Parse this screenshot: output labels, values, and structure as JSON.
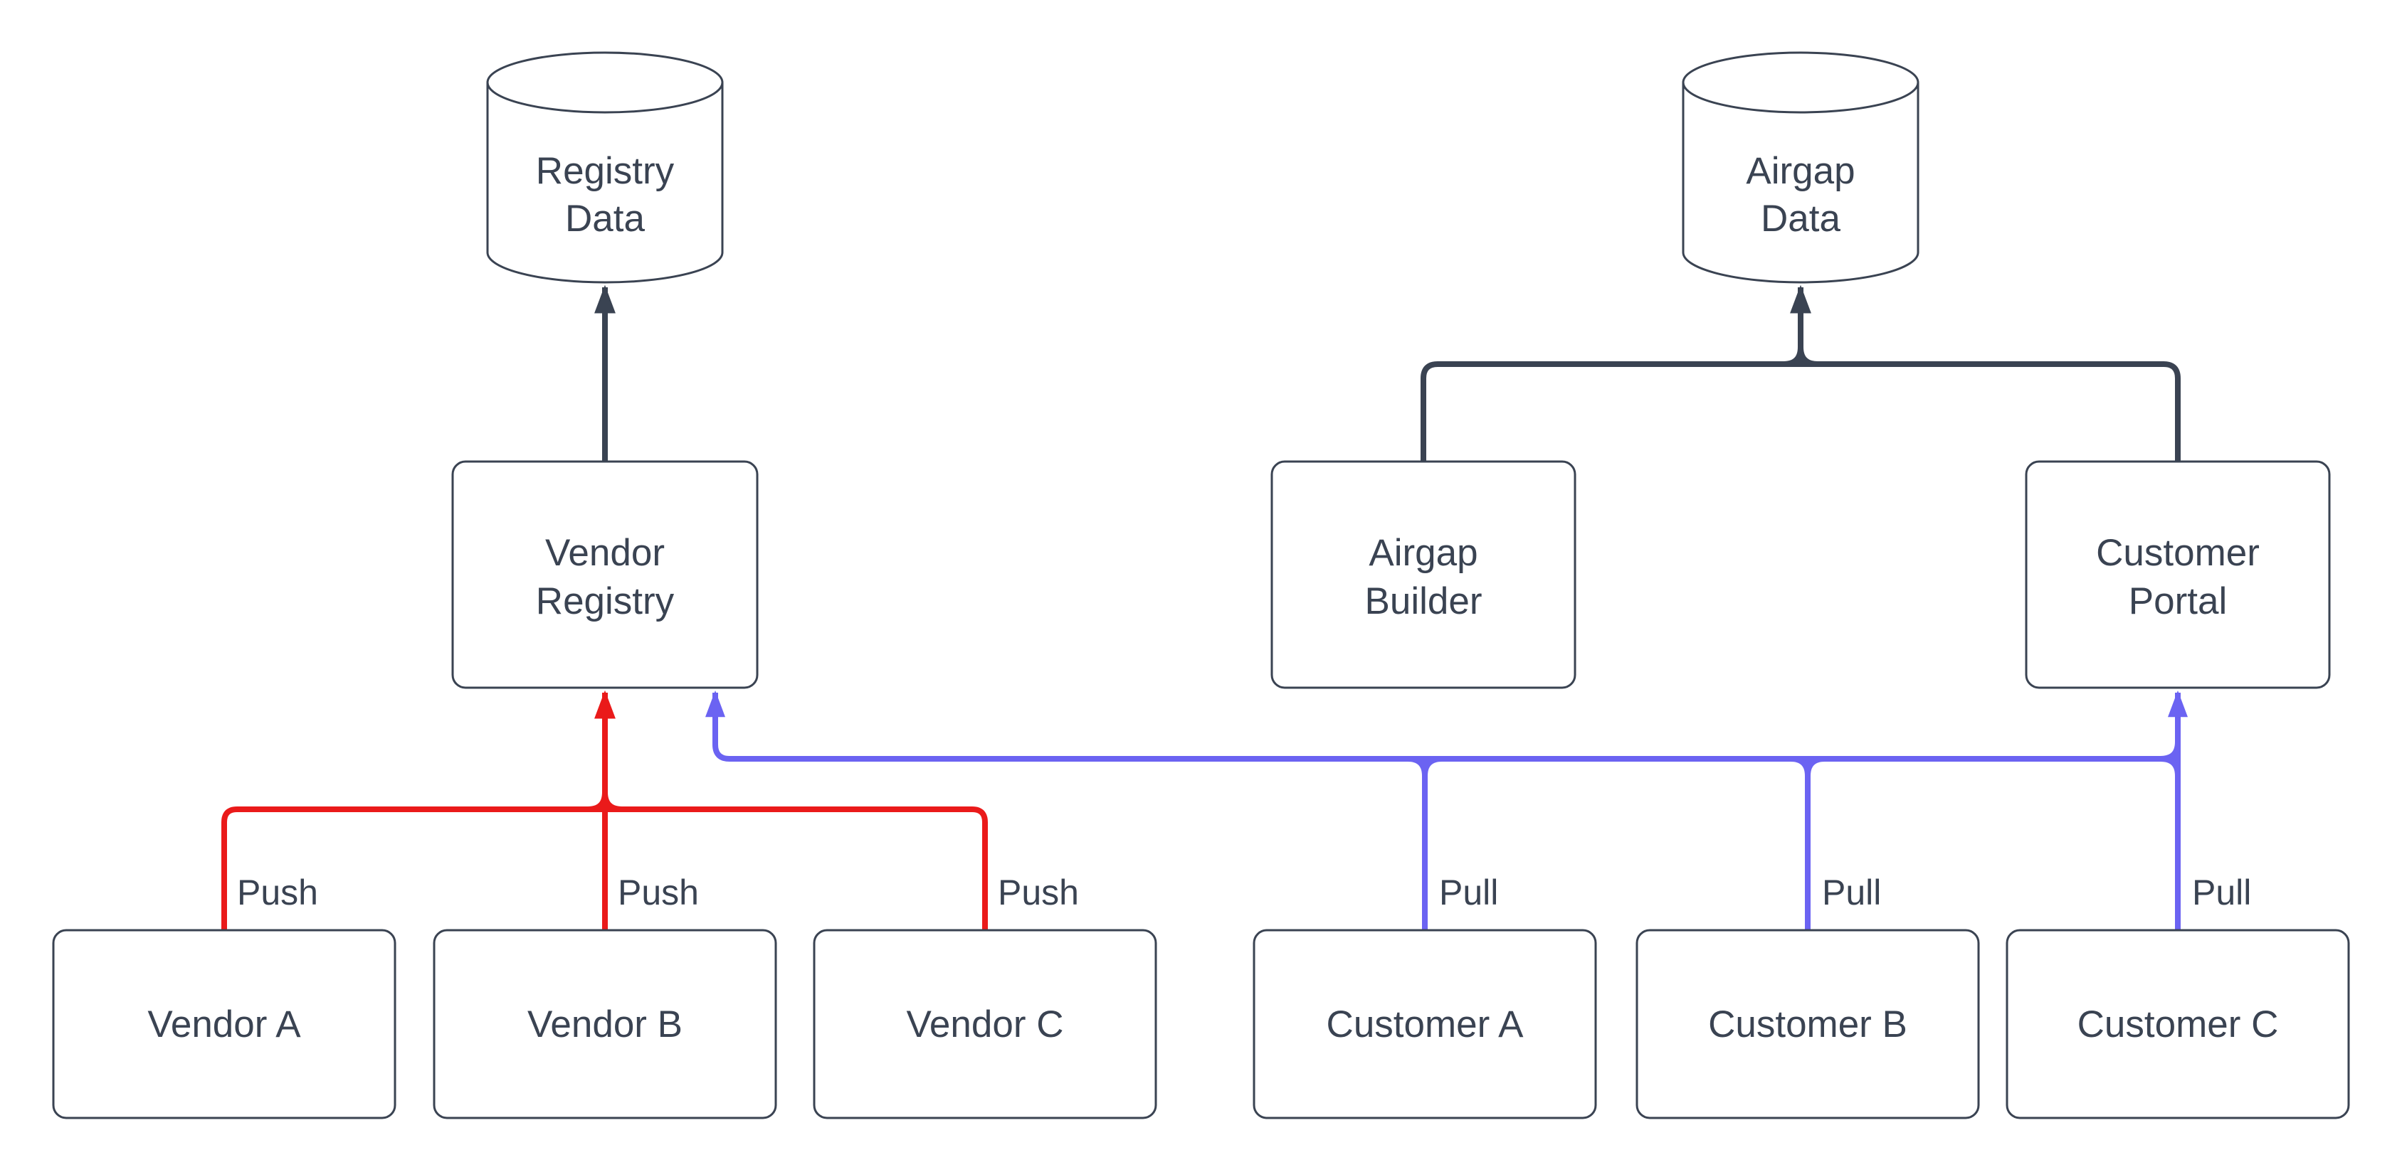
{
  "diagram": {
    "background": "#ffffff",
    "colors": {
      "dark": "#3a4352",
      "red": "#ea1a1a",
      "blue": "#6b63f2",
      "text": "#3a4352"
    },
    "nodes": {
      "registry_data": {
        "shape": "cylinder",
        "line1": "Registry",
        "line2": "Data"
      },
      "airgap_data": {
        "shape": "cylinder",
        "line1": "Airgap",
        "line2": "Data"
      },
      "vendor_registry": {
        "shape": "box",
        "line1": "Vendor",
        "line2": "Registry"
      },
      "airgap_builder": {
        "shape": "box",
        "line1": "Airgap",
        "line2": "Builder"
      },
      "customer_portal": {
        "shape": "box",
        "line1": "Customer",
        "line2": "Portal"
      },
      "vendor_a": {
        "shape": "box",
        "label": "Vendor A"
      },
      "vendor_b": {
        "shape": "box",
        "label": "Vendor B"
      },
      "vendor_c": {
        "shape": "box",
        "label": "Vendor C"
      },
      "customer_a": {
        "shape": "box",
        "label": "Customer A"
      },
      "customer_b": {
        "shape": "box",
        "label": "Customer B"
      },
      "customer_c": {
        "shape": "box",
        "label": "Customer C"
      }
    },
    "edge_labels": {
      "push": [
        "Push",
        "Push",
        "Push"
      ],
      "pull": [
        "Pull",
        "Pull",
        "Pull"
      ]
    }
  }
}
